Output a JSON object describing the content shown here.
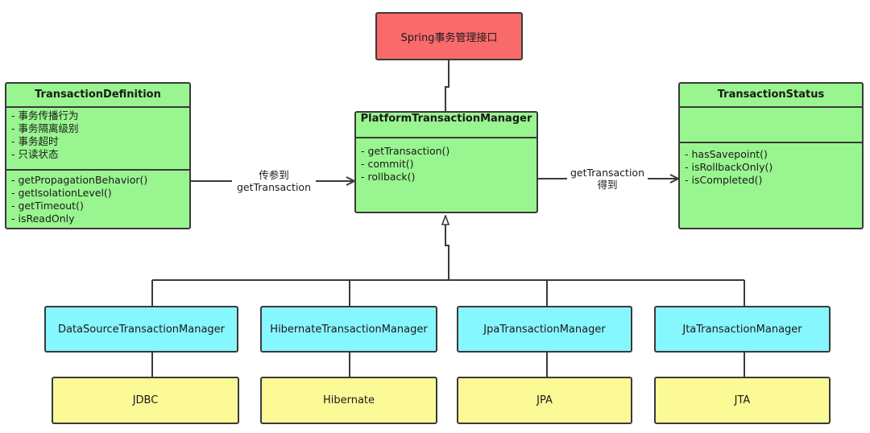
{
  "spring_interface": {
    "label": "Spring事务管理接口"
  },
  "transaction_definition": {
    "title": "TransactionDefinition",
    "attributes": [
      "- 事务传播行为",
      "- 事务隔离级别",
      "- 事务超时",
      "- 只读状态"
    ],
    "methods": [
      "- getPropagationBehavior()",
      "- getIsolationLevel()",
      "- getTimeout()",
      "- isReadOnly"
    ]
  },
  "platform_manager": {
    "title": "PlatformTransactionManager",
    "methods": [
      "- getTransaction()",
      "- commit()",
      "- rollback()"
    ]
  },
  "transaction_status": {
    "title": "TransactionStatus",
    "methods": [
      "- hasSavepoint()",
      "- isRollbackOnly()",
      "- isCompleted()"
    ]
  },
  "edges": {
    "definition_to_manager": [
      "传参到",
      "getTransaction"
    ],
    "manager_to_status": [
      "getTransaction",
      "得到"
    ]
  },
  "implementations": [
    {
      "name": "DataSourceTransactionManager",
      "tech": "JDBC"
    },
    {
      "name": "HibernateTransactionManager",
      "tech": "Hibernate"
    },
    {
      "name": "JpaTransactionManager",
      "tech": "JPA"
    },
    {
      "name": "JtaTransactionManager",
      "tech": "JTA"
    }
  ],
  "colors": {
    "interface": "#f96a6b",
    "class": "#99f58f",
    "implementation": "#87f7ff",
    "technology": "#fcfa97",
    "line": "#3a3a3a"
  }
}
